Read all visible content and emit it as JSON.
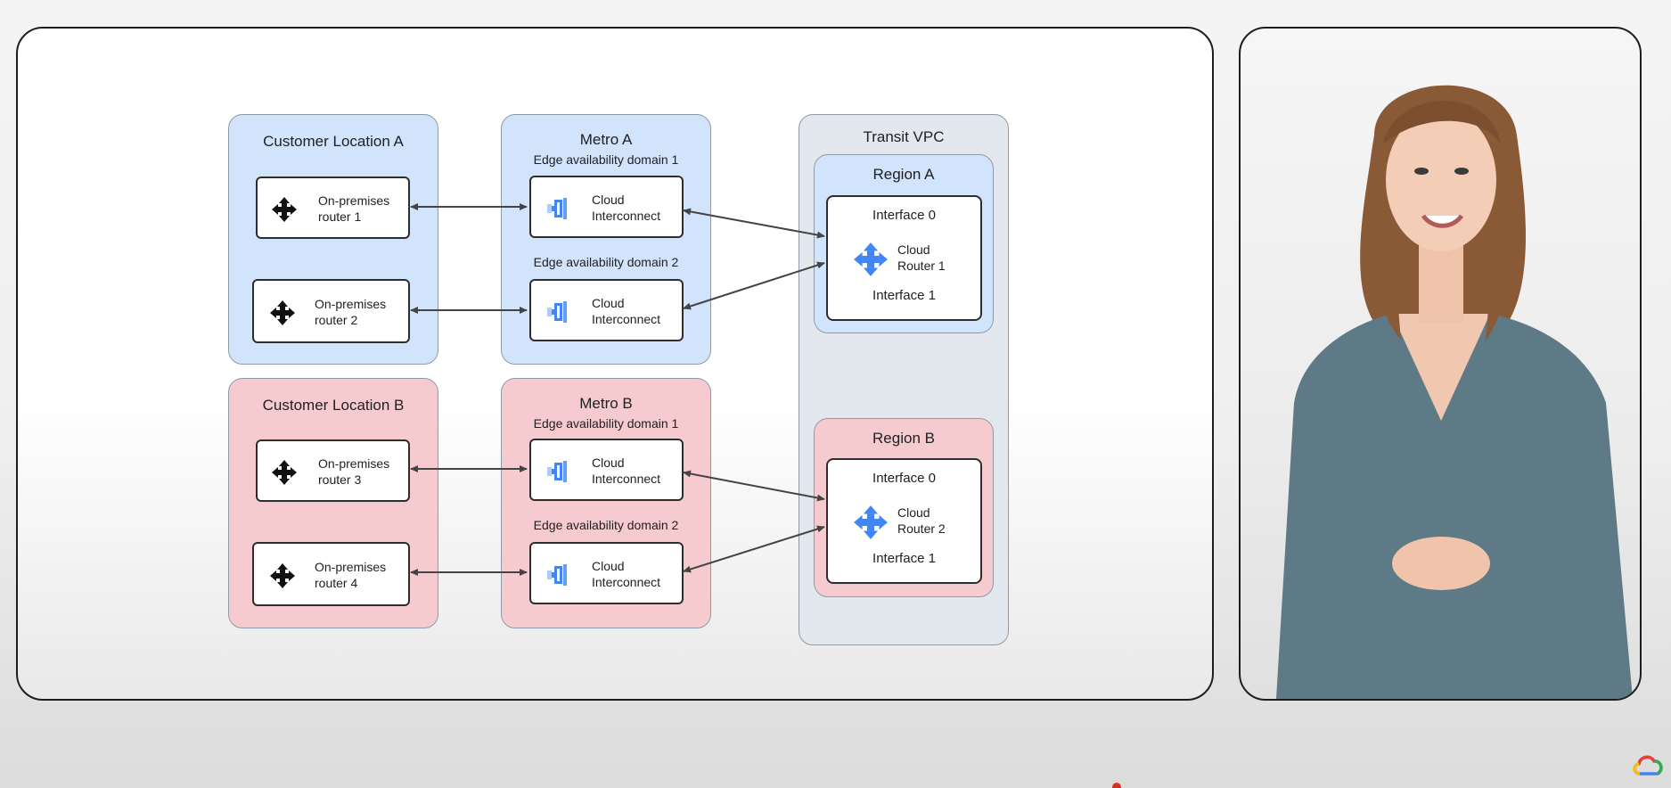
{
  "diagram": {
    "customer_a": {
      "title": "Customer Location A",
      "routers": [
        {
          "line1": "On-premises",
          "line2": "router 1"
        },
        {
          "line1": "On-premises",
          "line2": "router 2"
        }
      ]
    },
    "customer_b": {
      "title": "Customer Location B",
      "routers": [
        {
          "line1": "On-premises",
          "line2": "router 3"
        },
        {
          "line1": "On-premises",
          "line2": "router 4"
        }
      ]
    },
    "metro_a": {
      "title": "Metro A",
      "domain1": "Edge availability domain 1",
      "domain2": "Edge availability domain 2",
      "interconnects": [
        {
          "line1": "Cloud",
          "line2": "Interconnect"
        },
        {
          "line1": "Cloud",
          "line2": "Interconnect"
        }
      ]
    },
    "metro_b": {
      "title": "Metro B",
      "domain1": "Edge availability domain 1",
      "domain2": "Edge availability domain 2",
      "interconnects": [
        {
          "line1": "Cloud",
          "line2": "Interconnect"
        },
        {
          "line1": "Cloud",
          "line2": "Interconnect"
        }
      ]
    },
    "transit_vpc": {
      "title": "Transit VPC",
      "region_a": {
        "title": "Region A",
        "interface0": "Interface 0",
        "router_line1": "Cloud",
        "router_line2": "Router 1",
        "interface1": "Interface 1"
      },
      "region_b": {
        "title": "Region B",
        "interface0": "Interface 0",
        "router_line1": "Cloud",
        "router_line2": "Router 2",
        "interface1": "Interface 1"
      }
    }
  },
  "colors": {
    "customer_a_bg": "#d2e3fc",
    "customer_b_bg": "#f6cbcf",
    "transit_bg": "#e3e7ee",
    "google_blue": "#4285f4"
  },
  "icons": {
    "on_prem_router": "router-cross-arrows-icon",
    "interconnect": "cloud-interconnect-icon",
    "cloud_router": "cloud-router-icon",
    "brand": "google-cloud-logo-icon"
  },
  "video": {
    "presenter": "presenter-video"
  }
}
